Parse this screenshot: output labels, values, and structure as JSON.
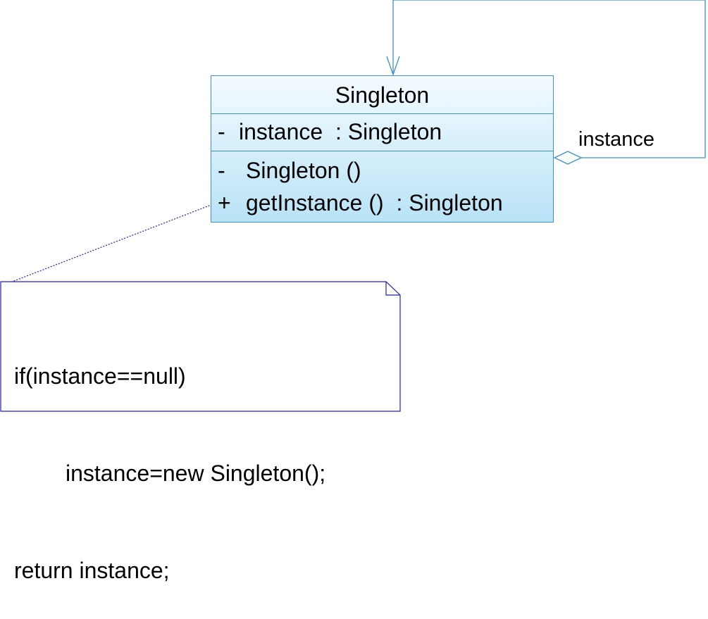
{
  "class": {
    "name": "Singleton",
    "attributes": [
      {
        "visibility": "-",
        "text": "instance  : Singleton"
      }
    ],
    "operations": [
      {
        "visibility": "-",
        "text": "Singleton ()"
      },
      {
        "visibility": "+",
        "text": "getInstance ()  : Singleton"
      }
    ]
  },
  "association": {
    "role": "instance",
    "type": "self-aggregation"
  },
  "note": {
    "lines": [
      "if(instance==null)",
      "instance=new Singleton();",
      "return instance;"
    ]
  },
  "colors": {
    "class_border": "#3c8fd0",
    "class_fill_top": "#f4fbff",
    "class_fill_bottom": "#b9e3f6",
    "association_line": "#3c8fd0",
    "note_border": "#1f1fbf"
  }
}
